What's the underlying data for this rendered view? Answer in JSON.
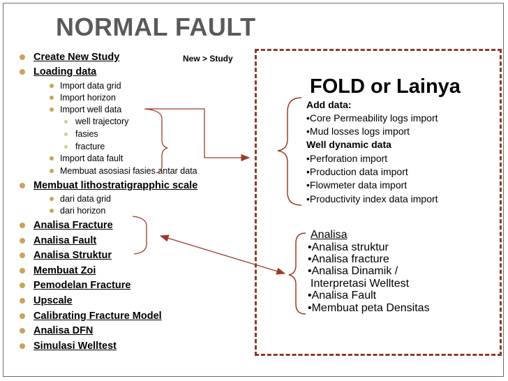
{
  "title": "NORMAL FAULT",
  "nav_path": "New > Study",
  "colors": {
    "bullet": "#c8a45a",
    "dashed_border": "#8b3a26",
    "arrow": "#9c3c24",
    "title": "#5a5a5a"
  },
  "left_list": [
    {
      "level": 1,
      "label": "Create New Study"
    },
    {
      "level": 1,
      "label": "Loading data"
    },
    {
      "level": 2,
      "label": "Import data grid"
    },
    {
      "level": 2,
      "label": "Import horizon"
    },
    {
      "level": 2,
      "label": "Import well data"
    },
    {
      "level": 3,
      "label": "well trajectory"
    },
    {
      "level": 3,
      "label": "fasies"
    },
    {
      "level": 3,
      "label": "fracture"
    },
    {
      "level": 2,
      "label": "Import data fault"
    },
    {
      "level": 2,
      "label": "Membuat asosiasi fasies antar data"
    },
    {
      "level": 1,
      "label": "Membuat lithostratigrapphic scale"
    },
    {
      "level": 2,
      "label": "dari data grid"
    },
    {
      "level": 2,
      "label": "dari horizon"
    },
    {
      "level": 1,
      "label": "Analisa Fracture"
    },
    {
      "level": 1,
      "label": "Analisa Fault"
    },
    {
      "level": 1,
      "label": "Analisa Struktur"
    },
    {
      "level": 1,
      "label": "Membuat Zoi"
    },
    {
      "level": 1,
      "label": "Pemodelan Fracture"
    },
    {
      "level": 1,
      "label": "Upscale"
    },
    {
      "level": 1,
      "label": "Calibrating Fracture Model"
    },
    {
      "level": 1,
      "label": "Analisa DFN"
    },
    {
      "level": 1,
      "label": "Simulasi Welltest"
    }
  ],
  "fold_box": {
    "title": "FOLD or Lainya",
    "add_data_heading": "Add data:",
    "add_data_items": [
      "•Core Permeability logs import",
      "•Mud losses logs import"
    ],
    "well_dynamic_heading": "Well dynamic data",
    "well_dynamic_items": [
      "•Perforation import",
      "•Production data import",
      "•Flowmeter data import",
      "•Productivity index data import"
    ]
  },
  "analisa_box": {
    "heading": "Analisa",
    "items": [
      "•Analisa struktur",
      "•Analisa fracture",
      "•Analisa Dinamik /",
      "Interpretasi Welltest",
      "•Analisa Fault",
      "•Membuat peta Densitas"
    ]
  }
}
